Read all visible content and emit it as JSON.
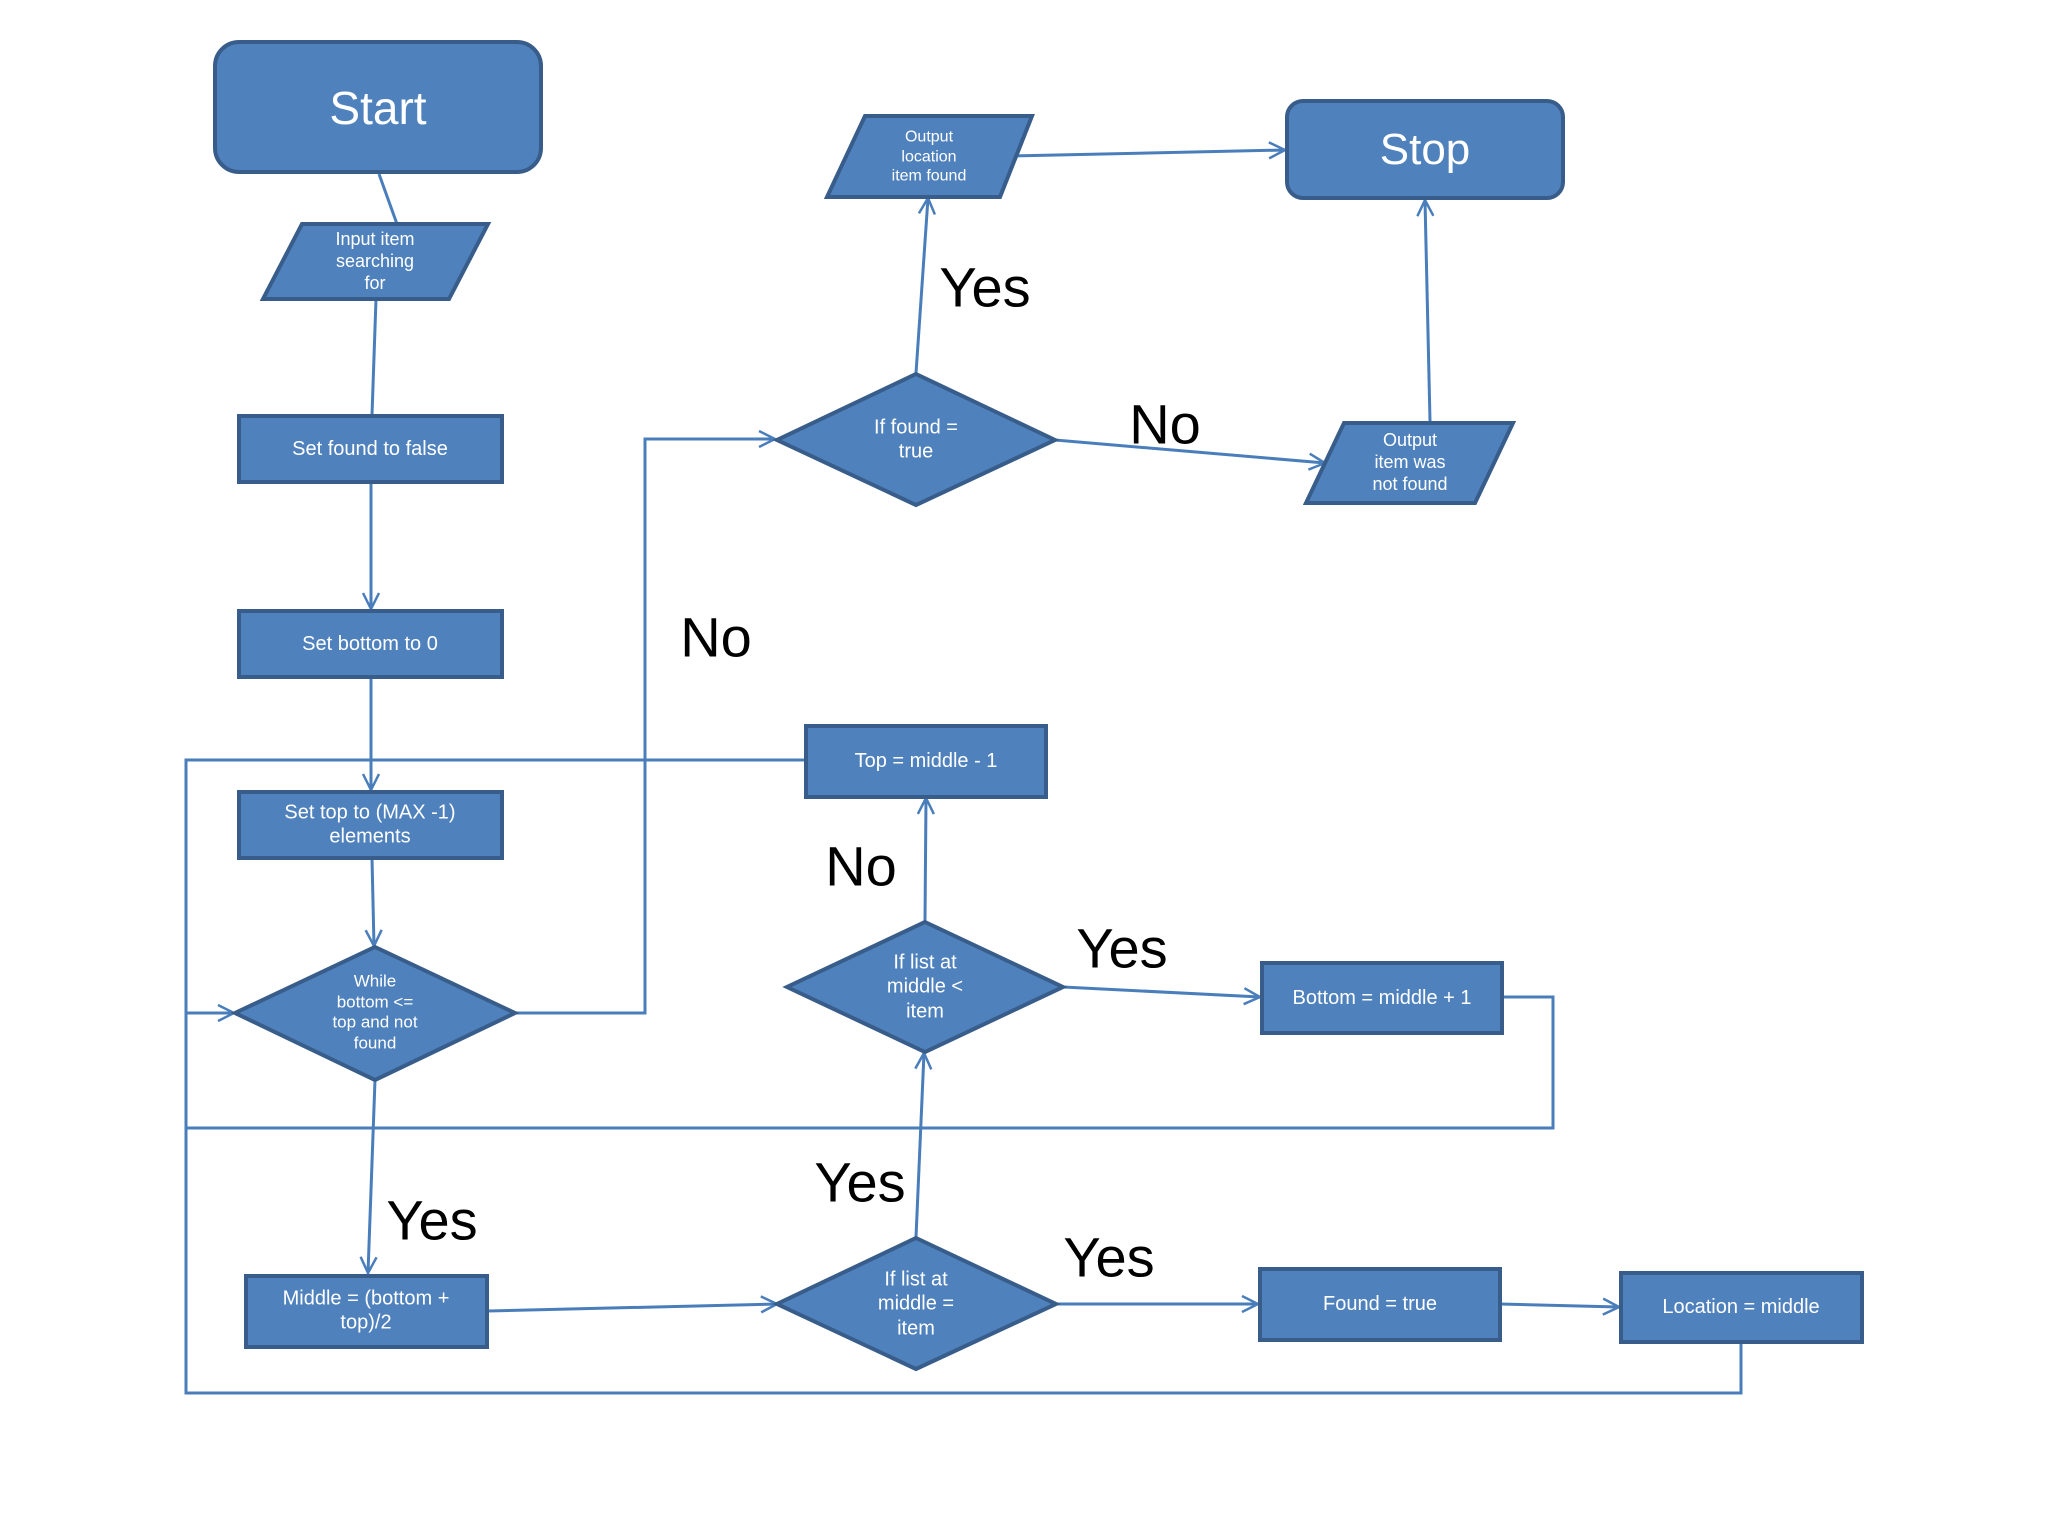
{
  "colors": {
    "fill": "#4F81BD",
    "stroke": "#385D8A",
    "connector": "#4A7EBB",
    "text": "#FFFFFF",
    "edge_label": "#000000"
  },
  "nodes": {
    "start": "Start",
    "input": "Input item\nsearching\nfor",
    "set_found": "Set found to false",
    "set_bottom": "Set bottom to 0",
    "set_top": "Set top to (MAX -1)\nelements",
    "while": "While\nbottom <=\ntop and not\nfound",
    "middle": "Middle = (bottom +\ntop)/2",
    "if_equal": "If list at\nmiddle  =\nitem",
    "found_true": "Found = true",
    "location": "Location = middle",
    "if_less": "If list at\nmiddle <\nitem",
    "top_minus": "Top = middle - 1",
    "bottom_plus": "Bottom = middle + 1",
    "if_found": "If found =\ntrue",
    "out_location": "Output\nlocation\nitem found",
    "out_not_found": "Output\nitem was\nnot found",
    "stop": "Stop"
  },
  "edge_labels": {
    "found_yes": "Yes",
    "found_no": "No",
    "while_no": "No",
    "less_no": "No",
    "less_yes": "Yes",
    "while_yes": "Yes",
    "equal_to_less": "Yes",
    "equal_yes": "Yes"
  }
}
